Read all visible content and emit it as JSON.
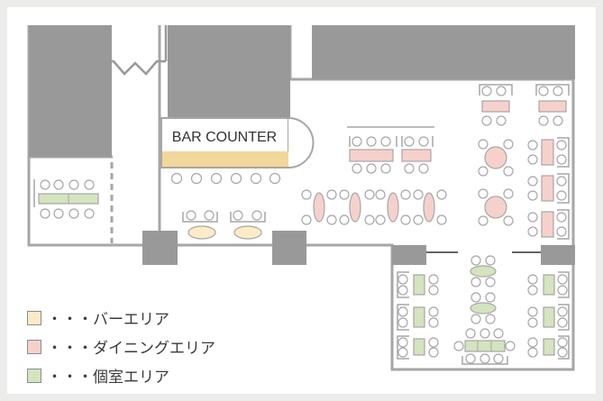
{
  "plan": {
    "bar_counter_label": "BAR COUNTER"
  },
  "colors": {
    "frame_bg": "#ececea",
    "wall": "#999999",
    "line": "#a6a6a6",
    "bar_fill": "#fcebc7",
    "dining_fill": "#f6d1cc",
    "private_fill": "#d4e4be",
    "counter_wood": "#f2d79a"
  },
  "legend": {
    "bar": "・・・バーエリア",
    "dining": "・・・ダイニングエリア",
    "private": "・・・個室エリア"
  }
}
